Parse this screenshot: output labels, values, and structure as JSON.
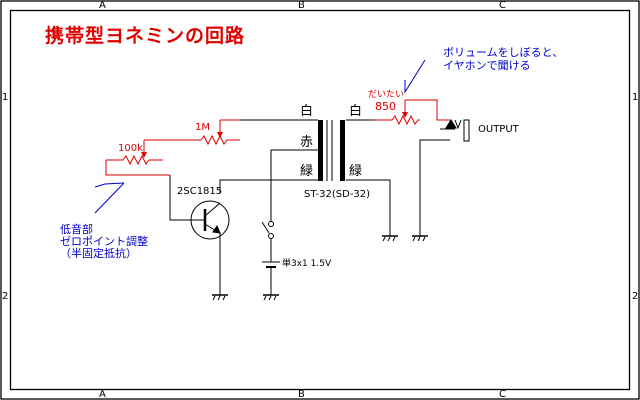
{
  "title": "携帯型ヨネミンの回路",
  "frame": {
    "column_labels": [
      "A",
      "B",
      "C"
    ],
    "row_labels": [
      "1",
      "2"
    ]
  },
  "annotations": {
    "volume_note_line1": "ボリュームをしぼると、",
    "volume_note_line2": "イヤホンで聞ける",
    "bass_note_line1": "低音部",
    "bass_note_line2": "ゼロポイント調整",
    "bass_note_line3": "（半固定抵抗）",
    "approx_label": "だいたい"
  },
  "components": {
    "pot_100k": "100k",
    "pot_1m": "1M",
    "pot_850": "850",
    "transistor": "2SC1815",
    "transformer": "ST-32(SD-32)",
    "battery": "単3x1 1.5V",
    "output": "OUTPUT"
  },
  "transformer_pins": {
    "primary_top": "白",
    "primary_mid": "赤",
    "primary_bottom": "緑",
    "secondary_top": "白",
    "secondary_bottom": "緑"
  },
  "colors": {
    "title": "#e00000",
    "red_wires": "#e00000",
    "annotation_blue": "#0000d0",
    "wire": "#000000"
  }
}
